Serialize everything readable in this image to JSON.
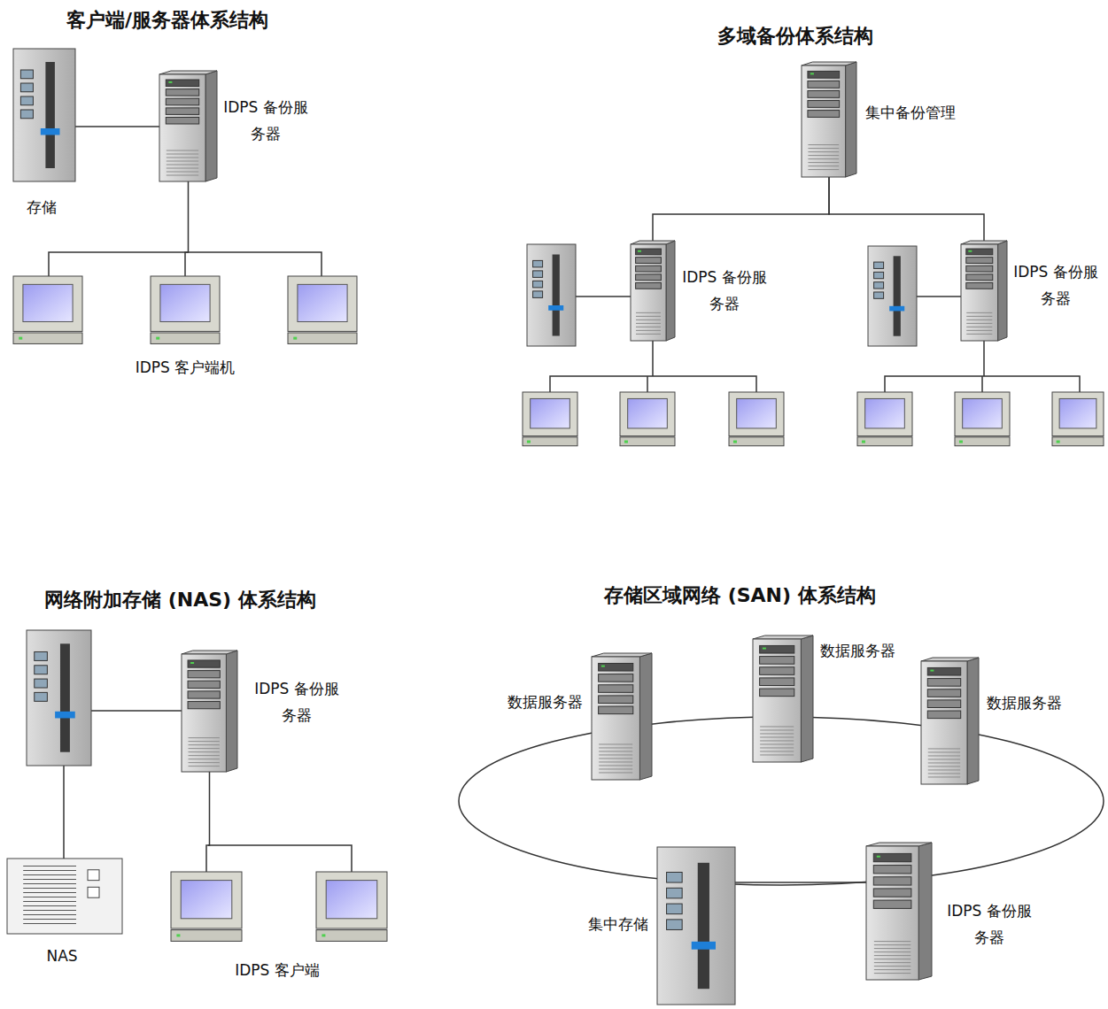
{
  "diagram": {
    "nodes": [
      {
        "text": [
          "存储"
        ]
      },
      {
        "text": [
          "IDPS 备份服务器"
        ]
      },
      {
        "text": [
          "IDPS 客户端机"
        ]
      },
      {
        "text": [
          "集中备份管理"
        ]
      },
      {
        "text": [
          "IDPS 备份服务器"
        ]
      },
      {
        "text": [
          "IDPS 备份服务器"
        ]
      },
      {
        "text": [
          "IDPS 备份服务器"
        ]
      },
      {
        "text": [
          "NAS"
        ]
      },
      {
        "text": [
          "IDPS 客户端"
        ]
      },
      {
        "text": [
          "数据服务器"
        ]
      },
      {
        "text": [
          "数据服务器"
        ]
      },
      {
        "text": [
          "数据服务器"
        ]
      },
      {
        "text": [
          "集中存储"
        ]
      },
      {
        "text": [
          "IDPS 备份服务器"
        ]
      }
    ],
    "edges": [
      {
        "from": 0,
        "to": 1,
        "arrow": "none"
      },
      {
        "from": 1,
        "to": 2,
        "arrow": "none"
      },
      {
        "from": 3,
        "to": 4,
        "arrow": "none"
      },
      {
        "from": 3,
        "to": 5,
        "arrow": "none"
      },
      {
        "from": 6,
        "to": 8,
        "arrow": "none"
      },
      {
        "from": 12,
        "to": 13,
        "arrow": "none"
      }
    ],
    "labels": [
      "客户端/服务器体系结构",
      "多域备份体系结构",
      "网络附加存储 (NAS) 体系结构",
      "存储区域网络 (SAN) 体系结构"
    ]
  }
}
